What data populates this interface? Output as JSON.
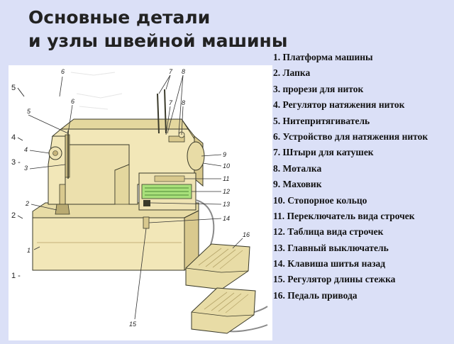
{
  "title": {
    "line1": "Основные детали",
    "line2": "и узлы швейной машины"
  },
  "legend": [
    "1. Платформа машины",
    "2. Лапка",
    "3. прорези для ниток",
    "4. Регулятор натяжения ниток",
    "5. Нитепритягиватель",
    "6. Устройство для натяжения ниток",
    "7. Штыри для катушек",
    "8. Моталка",
    "9. Маховик",
    "10. Стопорное кольцо",
    "11. Переключатель вида строчек",
    "12. Таблица вида строчек",
    "13. Главный выключатель",
    "14. Клавиша шитья назад",
    "15. Регулятор длины стежка",
    "16. Педаль привода"
  ],
  "callouts": {
    "n1": "1",
    "n2": "2",
    "n3": "3",
    "n4": "4",
    "n5": "5",
    "n6": "6",
    "n7": "7",
    "n8": "8",
    "n9": "9",
    "n10": "10",
    "n11": "11",
    "n12": "12",
    "n13": "13",
    "n14": "14",
    "n15": "15",
    "n16": "16"
  },
  "edge_marks": {
    "e5": "5",
    "e4": "4",
    "e3": "3 -",
    "e2": "2",
    "e1": "1 -"
  },
  "colors": {
    "background": "#dbe0f7",
    "machine_body": "#f2e7b8",
    "machine_shadow": "#d9c98e",
    "stitch_table": "#a8e07a",
    "outline": "#3a3a2a"
  }
}
